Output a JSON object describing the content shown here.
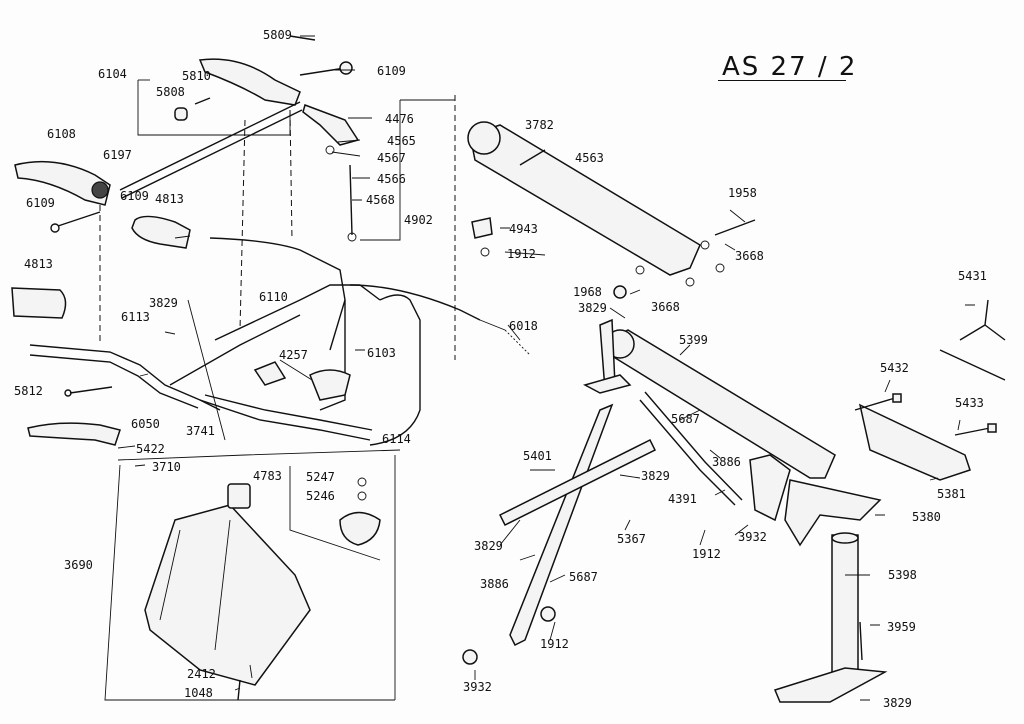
{
  "title": "AS  27 / 2",
  "labels": [
    "5809",
    "6104",
    "5810",
    "5808",
    "6109",
    "6109",
    "4476",
    "4565",
    "4567",
    "4566",
    "4568",
    "4902",
    "6108",
    "6197",
    "6109",
    "4813",
    "6110",
    "4813",
    "3829",
    "6113",
    "4257",
    "6103",
    "6018",
    "5812",
    "6050",
    "3741",
    "6114",
    "5422",
    "3710",
    "4783",
    "5247",
    "5246",
    "3690",
    "2412",
    "1048",
    "3782",
    "4563",
    "1958",
    "4943",
    "1912",
    "3668",
    "1968",
    "3829",
    "3668",
    "5399",
    "5431",
    "5432",
    "5433",
    "5687",
    "3886",
    "3829",
    "4391",
    "5401",
    "5381",
    "5380",
    "5367",
    "1912",
    "3932",
    "3829",
    "3886",
    "5687",
    "5398",
    "1912",
    "3959",
    "3932",
    "3829"
  ]
}
